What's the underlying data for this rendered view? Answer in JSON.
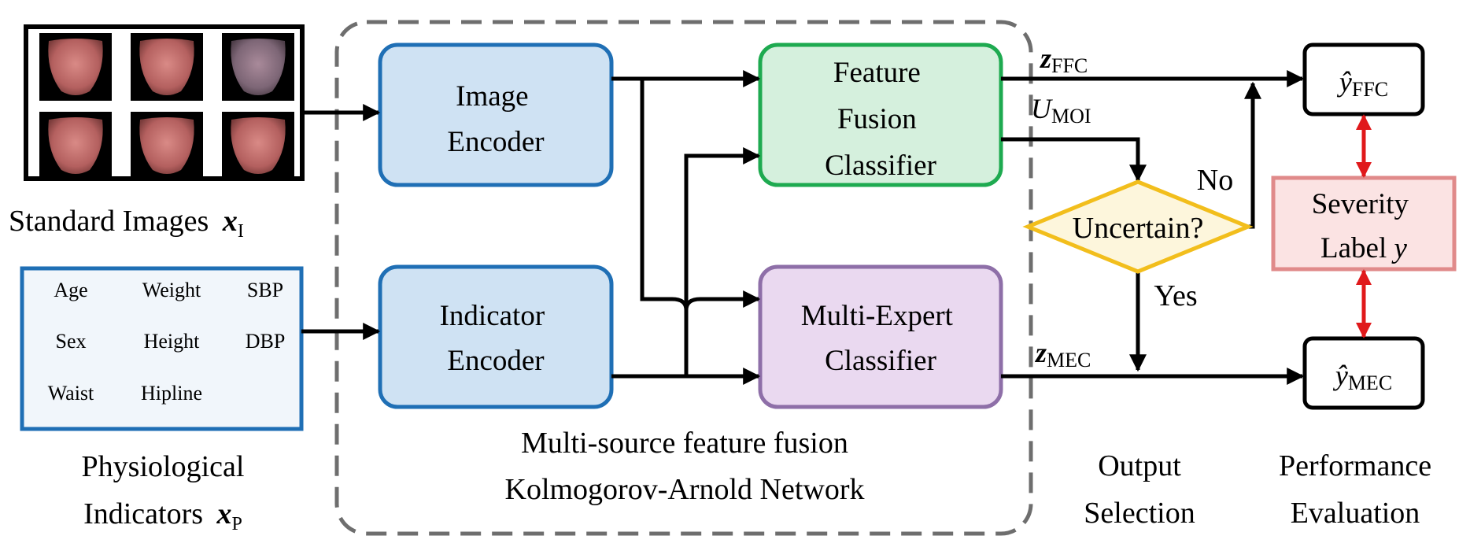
{
  "inputs": {
    "images_label": "Standard Images",
    "images_symbol": "x",
    "images_subscript": "I",
    "indicators_label_line1": "Physiological",
    "indicators_label_line2": "Indicators",
    "indicators_symbol": "x",
    "indicators_subscript": "P",
    "indicator_fields": [
      "Age",
      "Weight",
      "SBP",
      "Sex",
      "Height",
      "DBP",
      "Waist",
      "Hipline"
    ]
  },
  "network": {
    "image_encoder": [
      "Image",
      "Encoder"
    ],
    "indicator_encoder": [
      "Indicator",
      "Encoder"
    ],
    "ffc": [
      "Feature",
      "Fusion",
      "Classifier"
    ],
    "mec": [
      "Multi-Expert",
      "Classifier"
    ],
    "caption_line1": "Multi-source feature fusion",
    "caption_line2": "Kolmogorov-Arnold Network"
  },
  "signals": {
    "z_symbol": "z",
    "z_ffc_sub": "FFC",
    "z_mec_sub": "MEC",
    "u_symbol": "U",
    "u_sub": "MOI"
  },
  "selection": {
    "decision": "Uncertain?",
    "no": "No",
    "yes": "Yes",
    "caption_line1": "Output",
    "caption_line2": "Selection"
  },
  "evaluation": {
    "y_symbol": "ŷ",
    "y_ffc_sub": "FFC",
    "y_mec_sub": "MEC",
    "label_line1": "Severity",
    "label_line2": "Label",
    "label_symbol": "y",
    "caption_line1": "Performance",
    "caption_line2": "Evaluation"
  },
  "colors": {
    "encoder_fill": "#cfe2f3",
    "encoder_stroke": "#1f6fb5",
    "ffc_fill": "#d5f0dd",
    "ffc_stroke": "#1eaa50",
    "mec_fill": "#ead9f0",
    "mec_stroke": "#8e6fa8",
    "decision_fill": "#fdf6dc",
    "decision_stroke": "#f2be1c",
    "severity_fill": "#fbe3e3",
    "severity_stroke": "#e08a8a",
    "red_arrow": "#e0191b",
    "dashed": "#6e6e6e",
    "tongue_dark": "#000000"
  }
}
